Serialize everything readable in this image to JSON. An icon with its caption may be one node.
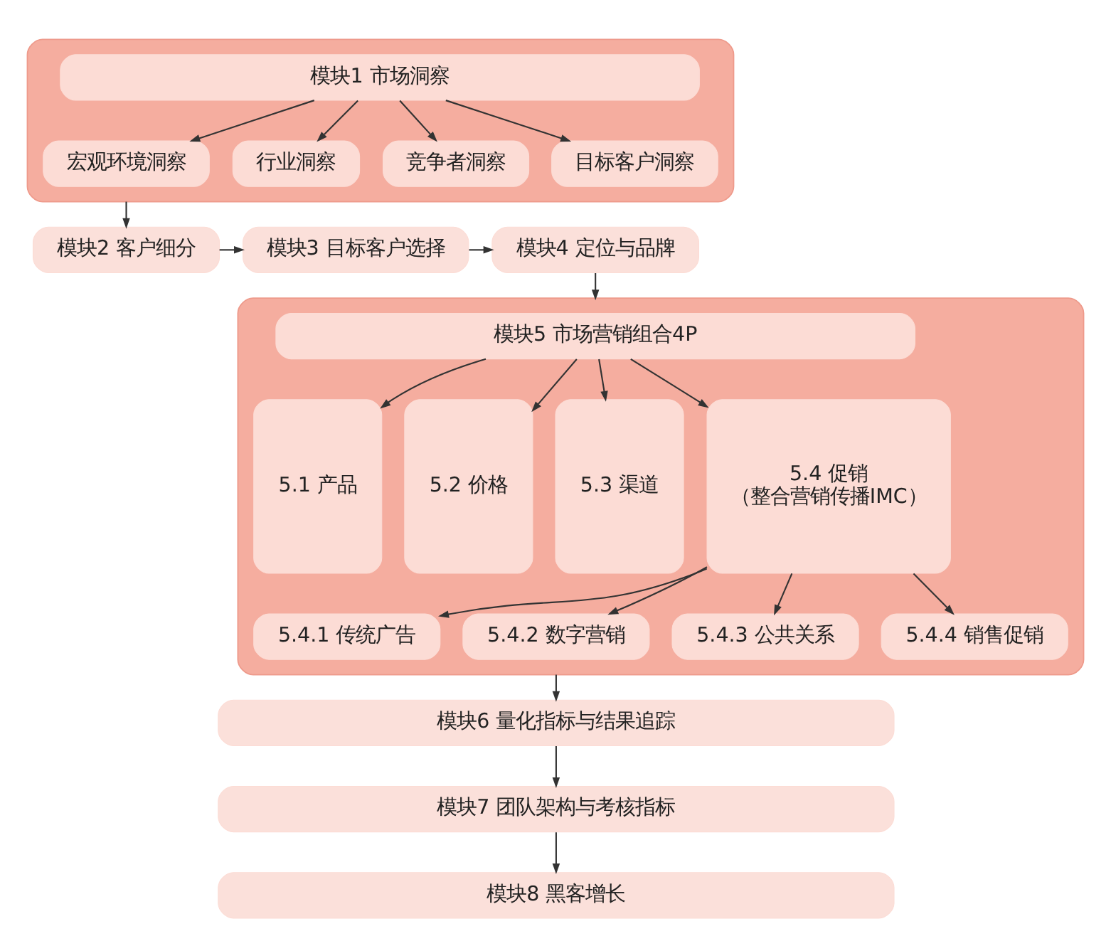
{
  "diagram": {
    "nodes": [
      {
        "text": [],
        "shape": "box"
      },
      {
        "text": [
          "模块1 市场洞察"
        ],
        "in": 0
      },
      {
        "text": [
          "宏观环境洞察"
        ],
        "in": 0
      },
      {
        "text": [
          "行业洞察"
        ],
        "in": 0
      },
      {
        "text": [
          "竞争者洞察"
        ],
        "in": 0
      },
      {
        "text": [
          "目标客户洞察"
        ],
        "in": 0
      },
      {
        "text": [
          "模块2 客户细分"
        ]
      },
      {
        "text": [
          "模块3 目标客户选择"
        ]
      },
      {
        "text": [
          "模块4 定位与品牌"
        ]
      },
      {
        "text": [],
        "shape": "box"
      },
      {
        "text": [
          "模块5 市场营销组合4P"
        ],
        "in": 9
      },
      {
        "text": [
          "5.1 产品"
        ],
        "in": 9
      },
      {
        "text": [
          "5.2 价格"
        ],
        "in": 9
      },
      {
        "text": [
          "5.3 渠道"
        ],
        "in": 9
      },
      {
        "text": [
          "5.4 促销",
          "（整合营销传播IMC）"
        ],
        "in": 9
      },
      {
        "text": [
          "5.4.1 传统广告"
        ],
        "in": 9
      },
      {
        "text": [
          "5.4.2 数字营销"
        ],
        "in": 9
      },
      {
        "text": [
          "5.4.3 公共关系"
        ],
        "in": 9
      },
      {
        "text": [
          "5.4.4 销售促销"
        ],
        "in": 9
      },
      {
        "text": [
          "模块6 量化指标与结果追踪"
        ]
      },
      {
        "text": [
          "模块7 团队架构与考核指标"
        ]
      },
      {
        "text": [
          "模块8 黑客增长"
        ]
      }
    ],
    "edges": [
      {
        "from": 1,
        "to": 2,
        "arrow": "to"
      },
      {
        "from": 1,
        "to": 3,
        "arrow": "to"
      },
      {
        "from": 1,
        "to": 4,
        "arrow": "to"
      },
      {
        "from": 1,
        "to": 5,
        "arrow": "to"
      },
      {
        "from": 0,
        "to": 6,
        "arrow": "to"
      },
      {
        "from": 6,
        "to": 7,
        "arrow": "to"
      },
      {
        "from": 7,
        "to": 8,
        "arrow": "to"
      },
      {
        "from": 8,
        "to": 9,
        "arrow": "to"
      },
      {
        "from": 10,
        "to": 11,
        "arrow": "to"
      },
      {
        "from": 10,
        "to": 12,
        "arrow": "to"
      },
      {
        "from": 10,
        "to": 13,
        "arrow": "to"
      },
      {
        "from": 10,
        "to": 14,
        "arrow": "to"
      },
      {
        "from": 14,
        "to": 15,
        "arrow": "to"
      },
      {
        "from": 14,
        "to": 16,
        "arrow": "to"
      },
      {
        "from": 14,
        "to": 17,
        "arrow": "to"
      },
      {
        "from": 14,
        "to": 18,
        "arrow": "to"
      },
      {
        "from": 9,
        "to": 19,
        "arrow": "to"
      },
      {
        "from": 19,
        "to": 20,
        "arrow": "to"
      },
      {
        "from": 20,
        "to": 21,
        "arrow": "to"
      }
    ]
  }
}
